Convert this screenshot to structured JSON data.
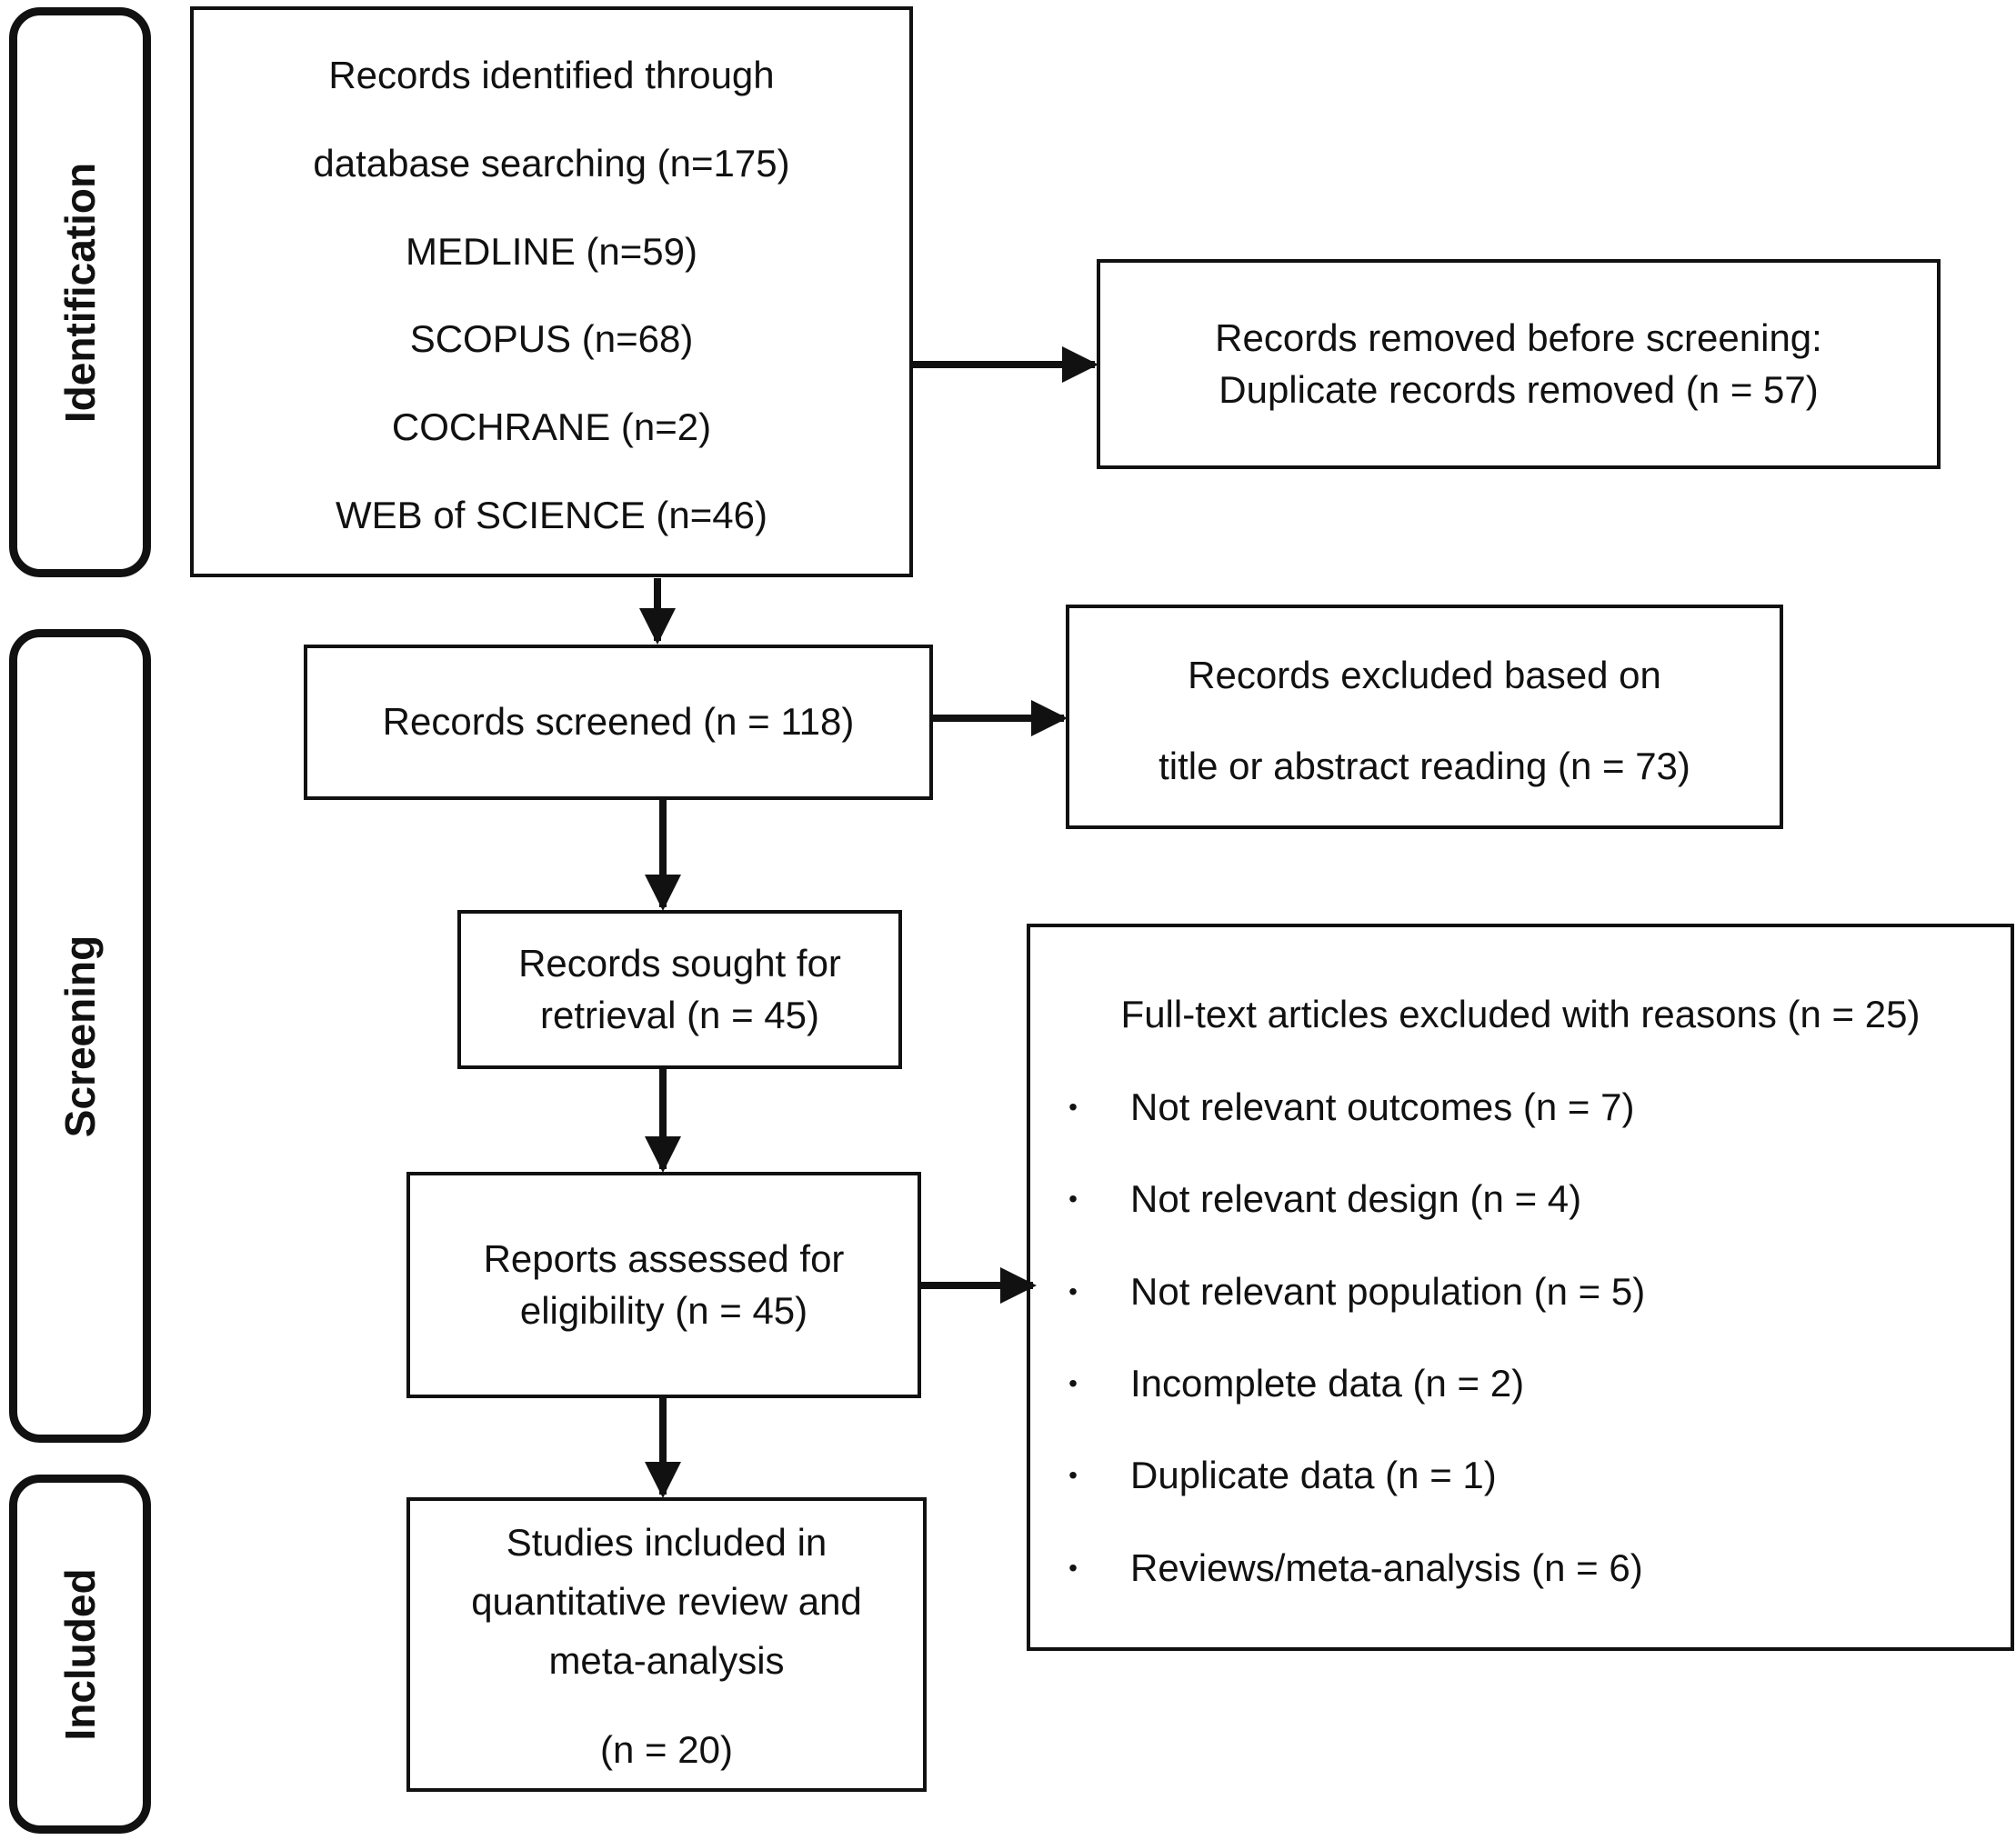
{
  "phases": {
    "identification": "Identification",
    "screening": "Screening",
    "included": "Included"
  },
  "boxes": {
    "identified": {
      "lines": [
        "Records identified through",
        "database searching (n=175)",
        "MEDLINE (n=59)",
        "SCOPUS (n=68)",
        "COCHRANE (n=2)",
        "WEB of SCIENCE (n=46)"
      ]
    },
    "removed": {
      "lines": [
        "Records removed before screening:",
        "Duplicate records removed (n = 57)"
      ]
    },
    "screened": {
      "text": "Records screened (n = 118)"
    },
    "excluded_title": {
      "lines": [
        "Records excluded based on",
        "title or abstract reading (n = 73)"
      ]
    },
    "sought": {
      "lines": [
        "Records sought for",
        "retrieval (n = 45)"
      ]
    },
    "assessed": {
      "lines": [
        "Reports assessed for",
        "eligibility (n = 45)"
      ]
    },
    "included": {
      "lines": [
        "Studies included in",
        "quantitative review and",
        "meta-analysis",
        "(n = 20)"
      ]
    },
    "fulltext_excluded": {
      "title": "Full-text articles excluded with reasons (n = 25)",
      "bullet_symbol": "•",
      "items": [
        "Not relevant outcomes (n = 7)",
        "Not relevant design (n = 4)",
        "Not relevant population (n = 5)",
        "Incomplete data (n = 2)",
        "Duplicate data (n = 1)",
        "Reviews/meta-analysis (n = 6)"
      ]
    }
  },
  "colors": {
    "stroke": "#111111",
    "background": "#ffffff",
    "text": "#111111"
  }
}
